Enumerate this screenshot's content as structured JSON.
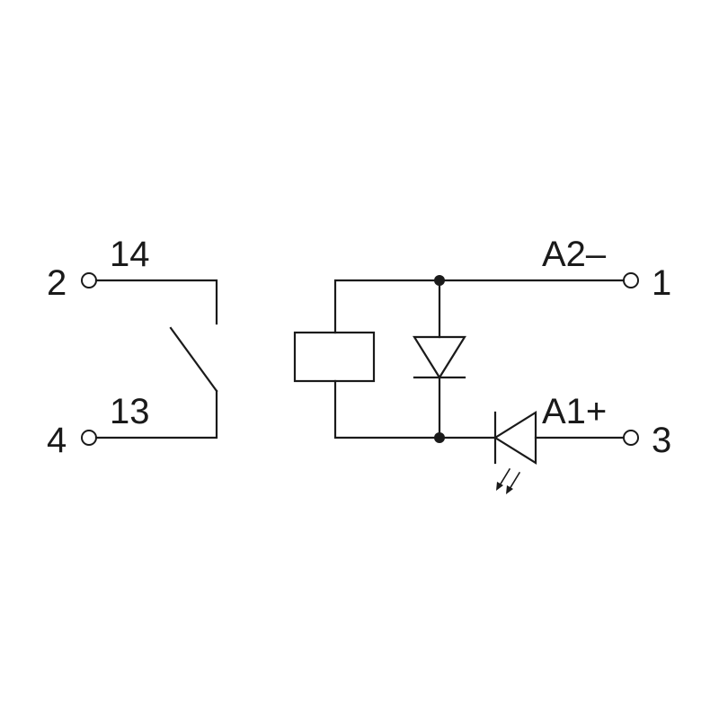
{
  "labels": {
    "contact_14": "14",
    "contact_13": "13",
    "coil_a2": "A2–",
    "coil_a1": "A1+"
  },
  "terminals": {
    "t2": "2",
    "t4": "4",
    "t1": "1",
    "t3": "3"
  },
  "colors": {
    "line": "#1a1a1a",
    "background": "#ffffff"
  }
}
